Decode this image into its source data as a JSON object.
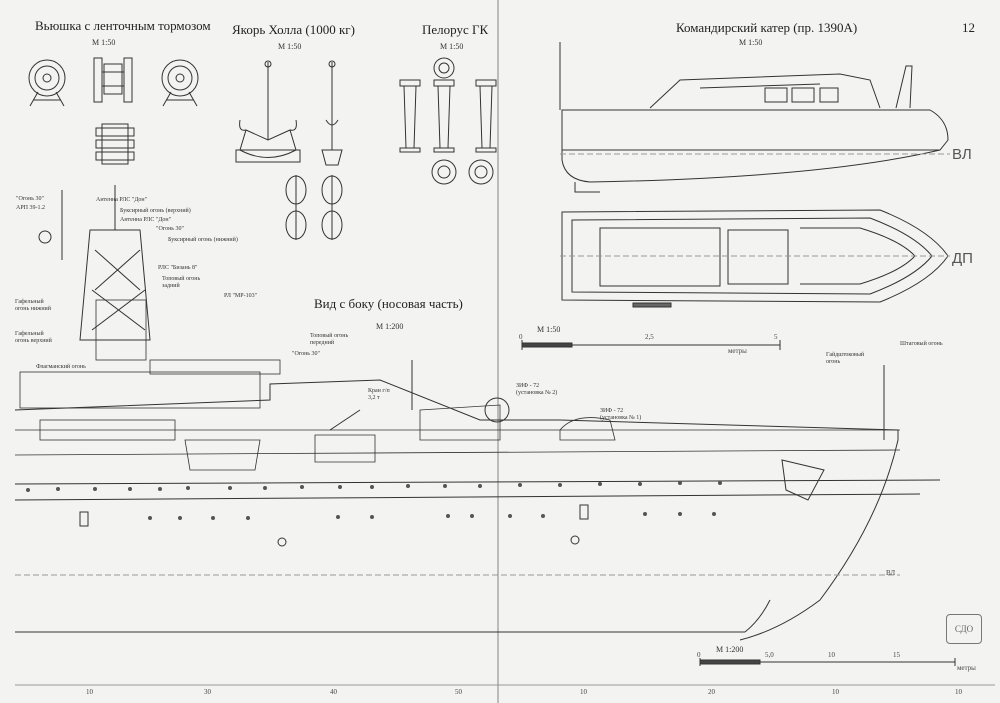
{
  "page_number": "12",
  "titles": {
    "winch": "Вьюшка с ленточным тормозом",
    "anchor": "Якорь Холла (1000 кг)",
    "pelorus": "Пелорус ГК",
    "boat": "Командирский катер (пр. 1390А)",
    "side_view": "Вид с боку (носовая часть)"
  },
  "scales": {
    "winch": "М  1:50",
    "anchor": "М  1:50",
    "pelorus": "М  1:50",
    "boat": "М  1:50",
    "side_view": "М  1:200",
    "boat_bar": "М  1:50",
    "bottom_bar": "М  1:200"
  },
  "waterline_labels": {
    "boat_wl": "ВЛ",
    "boat_dp": "ДП",
    "ship_wl": "ВЛ"
  },
  "scale_bar_boat": {
    "ticks": [
      "0",
      "2,5",
      "5"
    ],
    "unit": "метры"
  },
  "scale_bar_bottom": {
    "ticks": [
      "0",
      "5,0",
      "10",
      "15"
    ],
    "unit": "метры"
  },
  "callouts": {
    "ogon30_top": "\"Огонь 30\"",
    "apl": "АРП 39-1.2",
    "antenna_don1": "Антенна РЛС \"Дон\"",
    "tow_light_upper": "Буксирный огонь (верхний)",
    "antenna_don2": "Антенна РЛС \"Дон\"",
    "ogon30_mid": "\"Огонь 30\"",
    "tow_light_lower": "Буксирный огонь (нижний)",
    "rls_bizan": "РЛС \"Бизань 8\"",
    "tow_light_stern": "Топовый огонь задний",
    "gaff_lower": "Гафельный огонь нижний",
    "rl_mr": "РЛ \"МР-103\"",
    "gaff_upper": "Гафельный огонь верхний",
    "top_light_fwd": "Топовый огонь передний",
    "ogon30_low": "\"Огонь 30\"",
    "flag_light": "Флагманский огонь",
    "crane": "Кран г/п 3,2 т",
    "zif2": "ЗИФ - 72 (установка № 2)",
    "zif1": "ЗИФ - 72 (установка № 1)",
    "gyro_light": "Гайдштоковый огонь",
    "shtag_light": "Штаговый огонь",
    "boat_mark": "СДО"
  },
  "ruler_numbers": [
    "10",
    "30",
    "40",
    "50",
    "10",
    "20",
    "10",
    "10"
  ]
}
